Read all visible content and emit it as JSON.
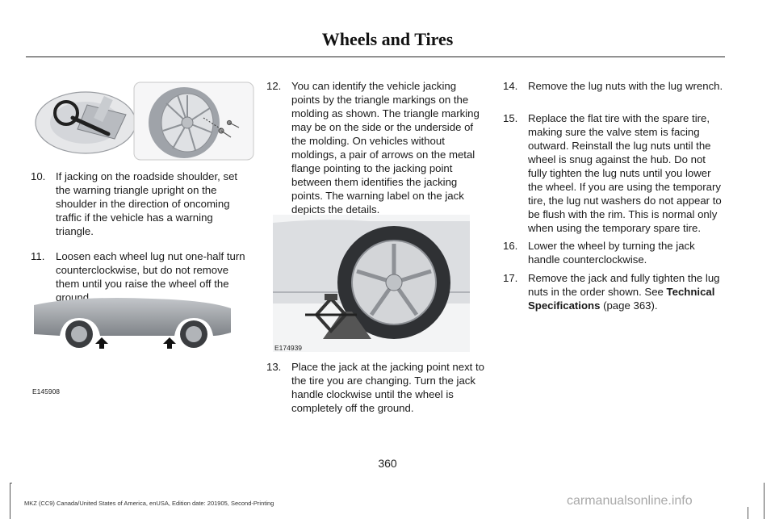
{
  "header": {
    "title": "Wheels and Tires"
  },
  "figures": {
    "fig_top_left": {
      "label": ""
    },
    "fig_car": {
      "label": "E145908"
    },
    "fig_jack": {
      "label": "E174939"
    }
  },
  "steps": [
    {
      "num": "10.",
      "text": "If jacking on the roadside shoulder, set the warning triangle upright on the shoulder in the direction of oncoming traffic if the vehicle has a warning triangle."
    },
    {
      "num": "11.",
      "text": "Loosen each wheel lug nut one-half turn counterclockwise, but do not remove them until you raise the wheel off the ground."
    },
    {
      "num": "12.",
      "text": "You can identify the vehicle jacking points by the triangle markings on the molding as shown. The triangle marking may be on the side or the underside of the molding. On vehicles without moldings, a pair of arrows on the metal flange pointing to the jacking point between them identifies the jacking points. The warning label on the jack depicts the details."
    },
    {
      "num": "13.",
      "text": "Place the jack at the jacking point next to the tire you are changing. Turn the jack handle clockwise until the wheel is completely off the ground."
    },
    {
      "num": "14.",
      "text": "Remove the lug nuts with the lug wrench."
    },
    {
      "num": "15.",
      "text": "Replace the flat tire with the spare tire, making sure the valve stem is facing outward. Reinstall the lug nuts until the wheel is snug against the hub. Do not fully tighten the lug nuts until you lower the wheel. If you are using the temporary tire, the lug nut washers do not appear to be flush with the rim. This is normal only when using the temporary spare tire."
    },
    {
      "num": "16.",
      "text": "Lower the wheel by turning the jack handle counterclockwise."
    },
    {
      "num": "17.",
      "text_before": "Remove the jack and fully tighten the lug nuts in the order shown. See ",
      "ref": "Technical Specifications",
      "text_after": " (page 363)."
    }
  ],
  "page_number": "360",
  "footer": "MKZ (CC9) Canada/United States of America, enUSA, Edition date: 201905, Second-Printing",
  "watermark": "carmanualsonline.info"
}
